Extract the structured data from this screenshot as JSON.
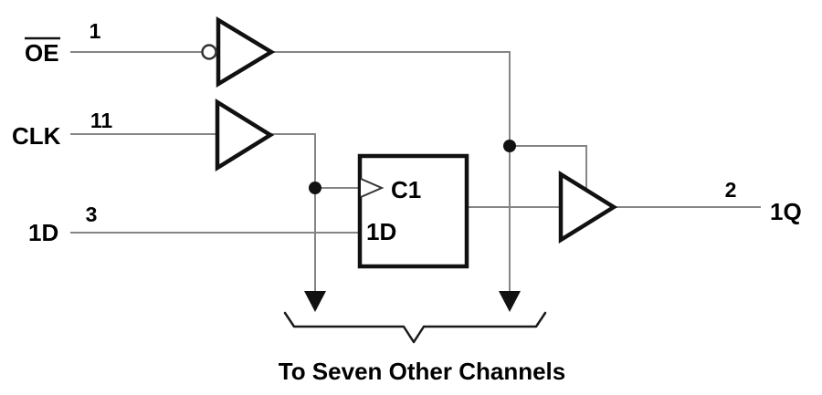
{
  "diagram": {
    "inputs": [
      {
        "label": "OE",
        "overline": true,
        "pin": "1"
      },
      {
        "label": "CLK",
        "overline": false,
        "pin": "11"
      },
      {
        "label": "1D",
        "overline": false,
        "pin": "3"
      }
    ],
    "flipflop": {
      "clock_port": "C1",
      "data_port": "1D"
    },
    "output": {
      "pin": "2",
      "label": "1Q"
    },
    "caption": "To Seven Other Channels",
    "icons": [
      "inverting-buffer-icon",
      "buffer-icon",
      "tristate-buffer-icon",
      "edge-trigger-clock-icon",
      "junction-dot-icon",
      "down-arrow-icon",
      "underbrace-icon"
    ],
    "colors": {
      "wire": "#858585",
      "ink": "#111111",
      "background": "#ffffff"
    }
  }
}
